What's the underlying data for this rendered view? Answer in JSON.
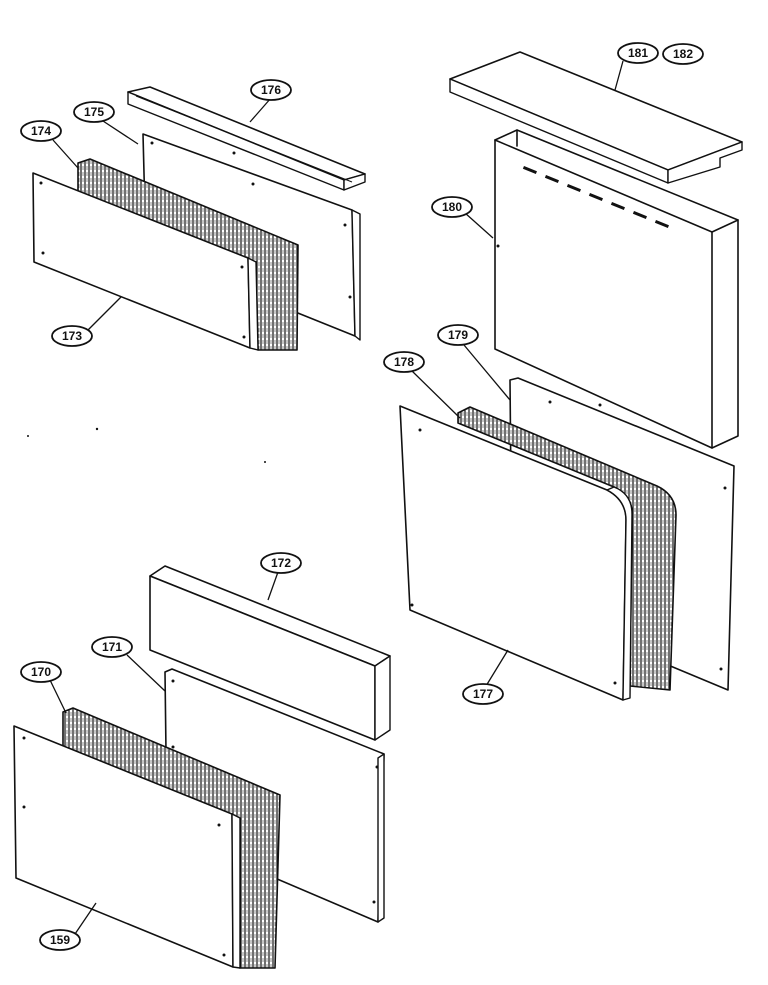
{
  "diagram": {
    "callouts": {
      "c159": "159",
      "c170": "170",
      "c171": "171",
      "c172": "172",
      "c173": "173",
      "c174": "174",
      "c175": "175",
      "c176": "176",
      "c177": "177",
      "c178": "178",
      "c179": "179",
      "c180": "180",
      "c181": "181",
      "c182": "182"
    }
  }
}
